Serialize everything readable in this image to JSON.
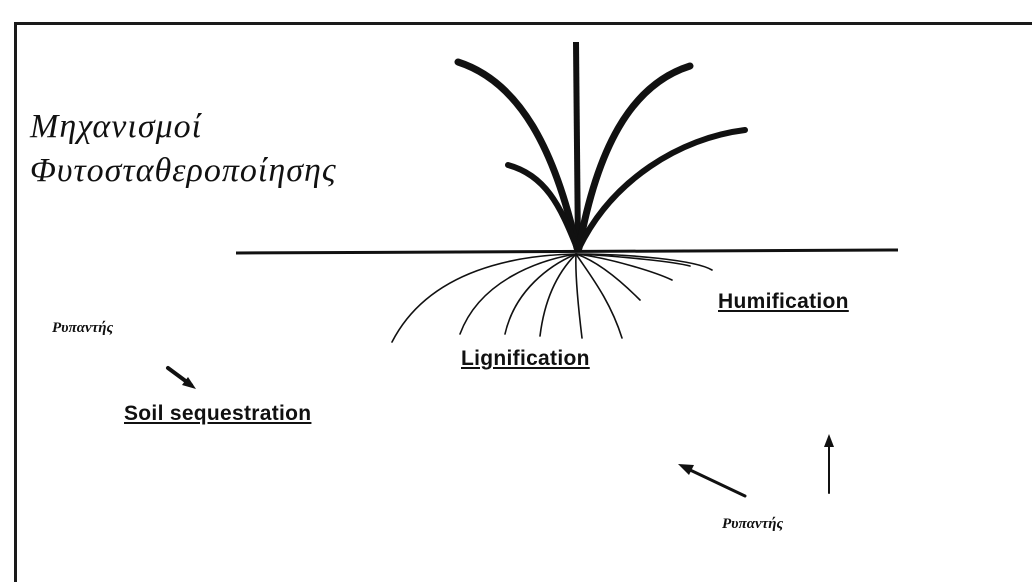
{
  "title": {
    "line1": "Μηχανισμοί",
    "line2": "Φυτοσταθεροποίησης"
  },
  "labels": {
    "humification": "Humification",
    "lignification": "Lignification",
    "soil_sequestration": "Soil sequestration"
  },
  "pollutant_label_left": "Ρυπαντής",
  "pollutant_label_right": "Ρυπαντής",
  "colors": {
    "ink": "#111111",
    "background": "#ffffff"
  }
}
